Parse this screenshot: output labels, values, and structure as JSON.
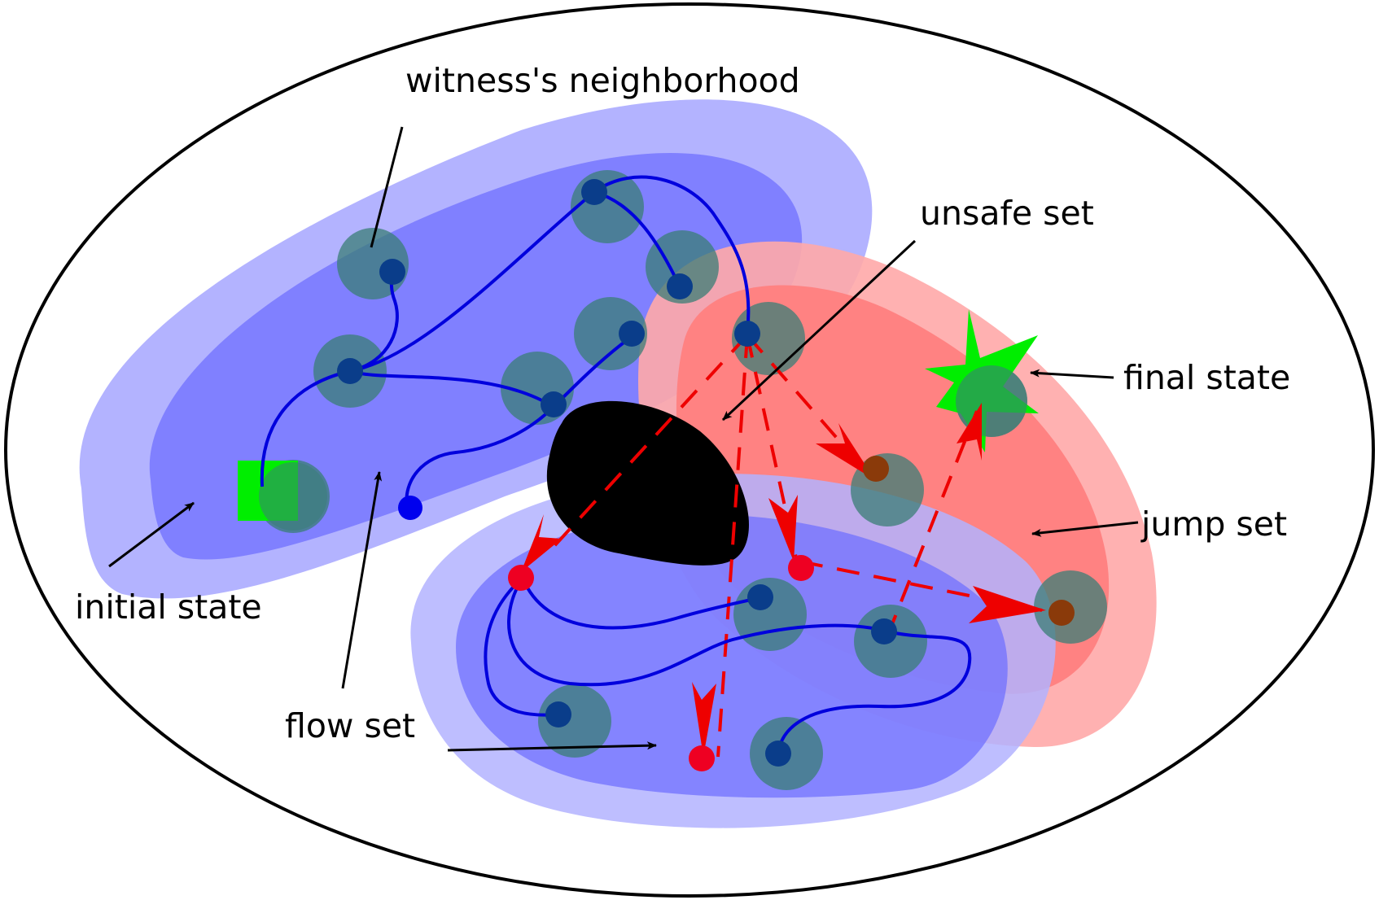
{
  "labels": {
    "witness_neighborhood": "witness's neighborhood",
    "unsafe_set": "unsafe set",
    "final_state": "final state",
    "jump_set": "jump set",
    "initial_state": "initial state",
    "flow_set": "flow set"
  },
  "colors": {
    "flow_set_outer": "#b3b3ff",
    "flow_set_inner": "#8080ff",
    "jump_set_outer": "#ffb0b0",
    "jump_set_inner": "#ff8080",
    "unsafe_set": "#000000",
    "witness_neighborhood": "#3a7d76",
    "flow_trajectory": "#0000ee",
    "jump_trajectory": "#ee0000",
    "initial_state": "#00ee00",
    "final_state": "#00ee00"
  }
}
